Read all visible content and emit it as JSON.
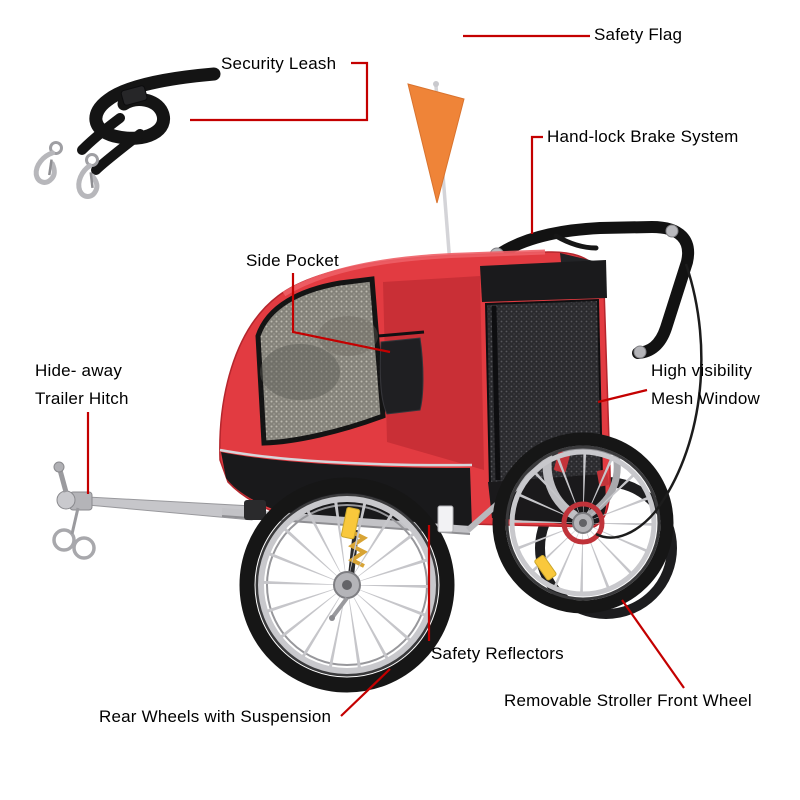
{
  "style": {
    "background": "#ffffff",
    "label_color": "#000000",
    "line_color": "#c40000",
    "body_red": "#e23b41",
    "body_red_shade": "#c92f36",
    "fabric_black": "#1a1a1c",
    "flag_orange": "#ef8438",
    "frame_silver": "#c3c3c7",
    "reflector_yellow": "#f9c83c"
  },
  "annotations": {
    "safety_flag": "Safety Flag",
    "security_leash": "Security Leash",
    "hand_lock_brake": "Hand-lock Brake System",
    "side_pocket": "Side Pocket",
    "hide_away_line1": "Hide- away",
    "hide_away_line2": "Trailer Hitch",
    "mesh_window_line1": "High visibility",
    "mesh_window_line2": "Mesh Window",
    "safety_reflectors": "Safety Reflectors",
    "rear_wheels": "Rear Wheels with Suspension",
    "front_wheel": "Removable Stroller Front Wheel"
  }
}
